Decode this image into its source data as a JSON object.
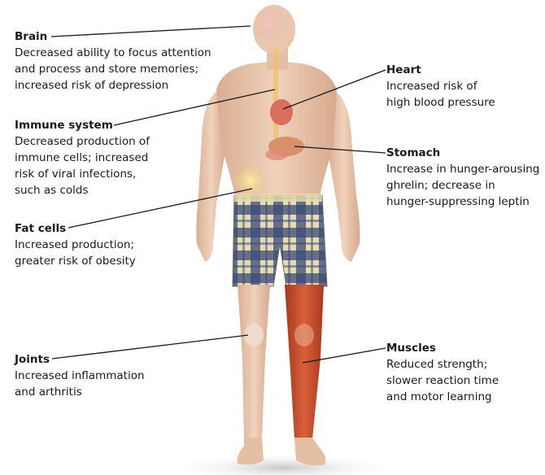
{
  "callouts": {
    "brain": {
      "title": "Brain",
      "lines": [
        "Decreased ability to focus attention",
        "and process and store memories;",
        "increased risk of depression"
      ]
    },
    "immune": {
      "title": "Immune system",
      "lines": [
        "Decreased production of",
        "immune cells; increased",
        "risk of viral infections,",
        "such as colds"
      ]
    },
    "fat": {
      "title": "Fat cells",
      "lines": [
        "Increased production;",
        "greater risk of obesity"
      ]
    },
    "joints": {
      "title": "Joints",
      "lines": [
        "Increased inflammation",
        "and arthritis"
      ]
    },
    "heart": {
      "title": "Heart",
      "lines": [
        "Increased risk of",
        "high blood pressure"
      ]
    },
    "stomach": {
      "title": "Stomach",
      "lines": [
        "Increase in hunger-arousing",
        "ghrelin; decrease in",
        "hunger-suppressing leptin"
      ]
    },
    "muscles": {
      "title": "Muscles",
      "lines": [
        "Reduced strength;",
        "slower reaction time",
        "and motor learning"
      ]
    }
  },
  "colors": {
    "skin": "#e8c4a8",
    "shorts_base": "#e6dcb0",
    "shorts_plaid": "#3a4a78",
    "muscle": "#c9502e",
    "organ": "#e08a7a",
    "line": "#1a1a1a"
  }
}
